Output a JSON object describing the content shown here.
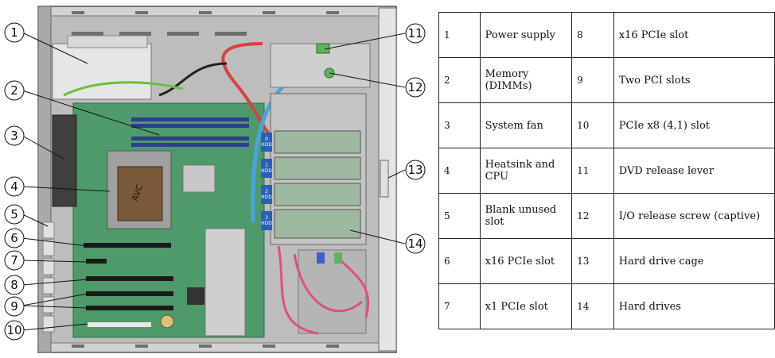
{
  "callouts": [
    "1",
    "2",
    "3",
    "4",
    "5",
    "6",
    "7",
    "8",
    "9",
    "10",
    "11",
    "12",
    "13",
    "14"
  ],
  "hdd_labels": [
    "0\nHDD",
    "1\nHDD",
    "2\nHDD",
    "3\nHDD"
  ],
  "heatsink_logo": "AVC",
  "legend": {
    "rows": [
      {
        "n1": "1",
        "l1": "Power supply",
        "n2": "8",
        "l2": "x16 PCIe slot"
      },
      {
        "n1": "2",
        "l1": "Memory (DIMMs)",
        "n2": "9",
        "l2": "Two PCI slots"
      },
      {
        "n1": "3",
        "l1": "System fan",
        "n2": "10",
        "l2": "PCIe x8 (4,1) slot"
      },
      {
        "n1": "4",
        "l1": "Heatsink and CPU",
        "n2": "11",
        "l2": "DVD release lever"
      },
      {
        "n1": "5",
        "l1": "Blank unused slot",
        "n2": "12",
        "l2": "I/O release screw (captive)"
      },
      {
        "n1": "6",
        "l1": "x16 PCIe slot",
        "n2": "13",
        "l2": "Hard drive cage"
      },
      {
        "n1": "7",
        "l1": "x1 PCIe slot",
        "n2": "14",
        "l2": "Hard drives"
      }
    ]
  },
  "colors": {
    "board": "#4f9a6a",
    "chassis": "#c9c9c9",
    "chassis_dark": "#8e8e8e",
    "dimm": "#2e3e8f",
    "cable_red": "#d94040",
    "cable_blue": "#4aa3dd",
    "cable_pink": "#e0507a",
    "hdd_badge": "#2b5fb8",
    "line": "#111111"
  }
}
